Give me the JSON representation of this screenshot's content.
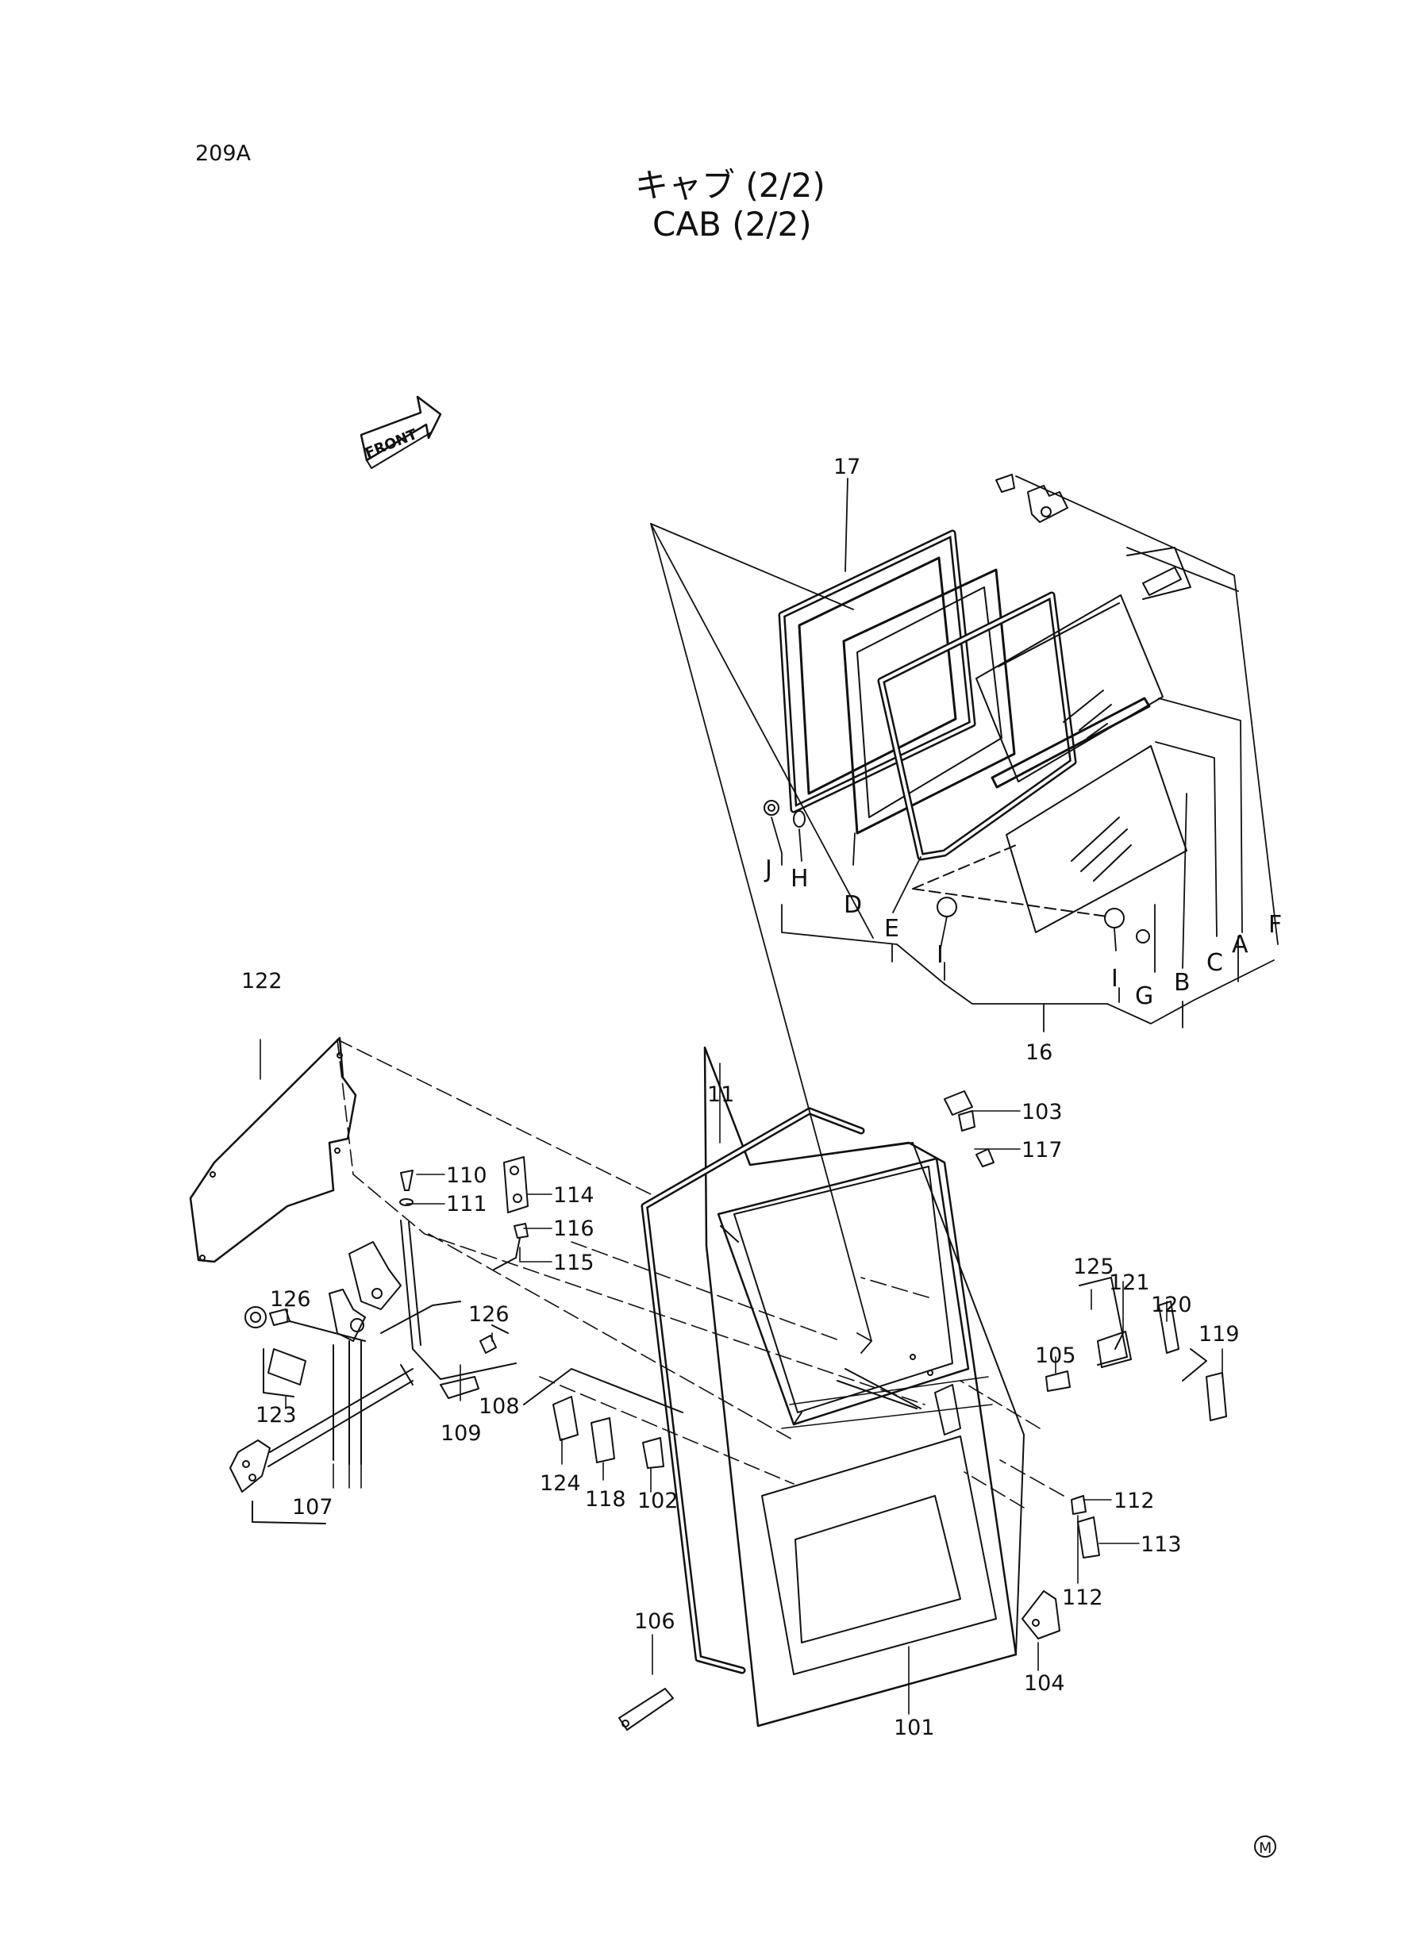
{
  "page": {
    "code": "209A",
    "title_jp": "キャブ (2/2)",
    "title_en": "CAB  (2/2)",
    "front_marker": "FRONT",
    "mark": "M"
  },
  "part_labels": {
    "p11": "11",
    "p16": "16",
    "p17": "17",
    "p101": "101",
    "p102": "102",
    "p103": "103",
    "p104": "104",
    "p105": "105",
    "p106": "106",
    "p107": "107",
    "p108": "108",
    "p109": "109",
    "p110": "110",
    "p111": "111",
    "p112a": "112",
    "p112b": "112",
    "p113": "113",
    "p114": "114",
    "p115": "115",
    "p116": "116",
    "p117": "117",
    "p118": "118",
    "p119": "119",
    "p120": "120",
    "p121": "121",
    "p122": "122",
    "p123": "123",
    "p124": "124",
    "p125": "125",
    "p126a": "126",
    "p126b": "126"
  },
  "letter_labels": {
    "A": "A",
    "B": "B",
    "C": "C",
    "D": "D",
    "E": "E",
    "F": "F",
    "G": "G",
    "H": "H",
    "I1": "I",
    "I2": "I",
    "J": "J"
  }
}
